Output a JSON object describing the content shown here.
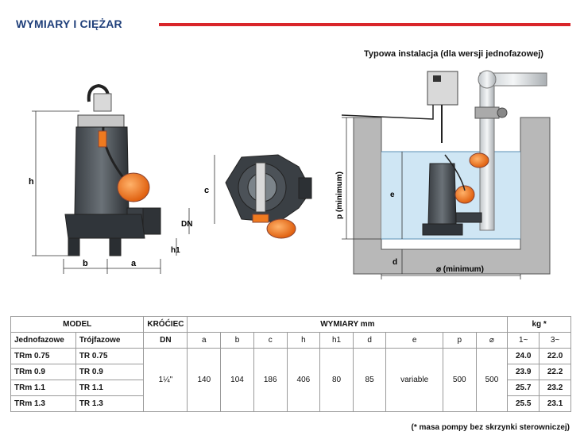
{
  "header": {
    "title": "WYMIARY I CIĘŻAR",
    "install_title": "Typowa instalacja (dla wersji jednofazowej)"
  },
  "diagram": {
    "pump_labels": {
      "h": "h",
      "h1": "h1",
      "DN": "DN",
      "b": "b",
      "a": "a",
      "c": "c"
    },
    "install_labels": {
      "p": "p  (minimum)",
      "e": "e",
      "d": "d",
      "width": "⌀ (minimum)"
    }
  },
  "table": {
    "model_header": "MODEL",
    "krociec_header": "KRÓĆIEC",
    "dims_header": "WYMIARY mm",
    "kg_header": "kg *",
    "col_single": "Jednofazowe",
    "col_three": "Trójfazowe",
    "col_dn": "DN",
    "dim_cols": [
      "a",
      "b",
      "c",
      "h",
      "h1",
      "d",
      "e",
      "p",
      "⌀"
    ],
    "kg_cols": [
      "1~",
      "3~"
    ],
    "rows": [
      {
        "single": "TRm 0.75",
        "three": "TR 0.75",
        "kg1": "24.0",
        "kg3": "22.0"
      },
      {
        "single": "TRm 0.9",
        "three": "TR 0.9",
        "kg1": "23.9",
        "kg3": "22.2"
      },
      {
        "single": "TRm 1.1",
        "three": "TR 1.1",
        "kg1": "25.7",
        "kg3": "23.2"
      },
      {
        "single": "TRm 1.3",
        "three": "TR 1.3",
        "kg1": "25.5",
        "kg3": "23.1"
      }
    ],
    "dn": "1¼\"",
    "dims": [
      "140",
      "104",
      "186",
      "406",
      "80",
      "85",
      "variable",
      "500",
      "500"
    ],
    "footnote": "(* masa pompy bez skrzynki sterowniczej)"
  },
  "colors": {
    "title_blue": "#1f3f7a",
    "accent_red": "#d9262a",
    "float_orange": "#f07a1f",
    "water_blue": "#cfe6f4"
  }
}
